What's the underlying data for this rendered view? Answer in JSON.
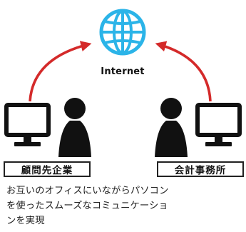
{
  "network": {
    "label": "Internet",
    "icon": "globe-icon",
    "accent_color": "#2bb4e8",
    "arrow_color": "#d42a2a"
  },
  "parties": {
    "left": {
      "label": "顧問先企業",
      "icons": [
        "monitor-icon",
        "person-icon"
      ]
    },
    "right": {
      "label": "会計事務所",
      "icons": [
        "person-icon",
        "monitor-icon"
      ]
    }
  },
  "caption": {
    "lines": [
      "お互いのオフィスにいながらパソコン",
      "を使ったスムーズなコミュニケーショ",
      "ンを実現"
    ]
  }
}
